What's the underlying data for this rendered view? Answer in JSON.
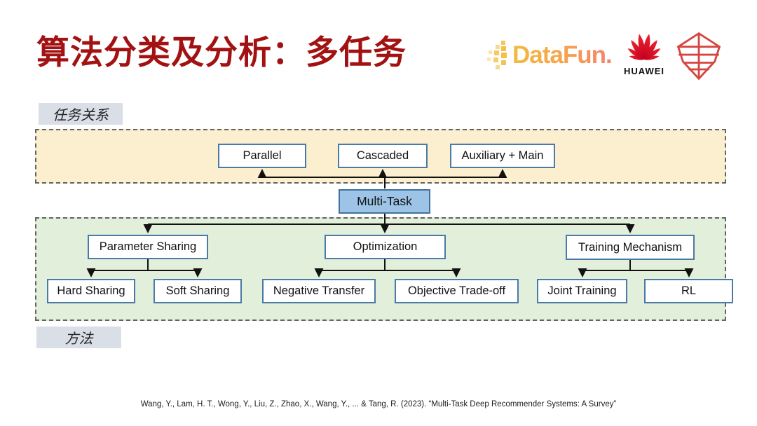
{
  "slide": {
    "title": "算法分类及分析：多任务",
    "citation": "Wang, Y., Lam, H. T., Wong, Y., Liu, Z., Zhao, X., Wang, Y., ... & Tang, R. (2023). “Multi-Task Deep Recommender Systems: A Survey”"
  },
  "logos": {
    "datafun_text": "DataFun.",
    "huawei_text": "HUAWEI",
    "ark_logo_name": "noahs-ark-lab-logo"
  },
  "labels": {
    "task_relation": "任务关系",
    "method": "方法"
  },
  "diagram": {
    "root": "Multi-Task",
    "task_relations": [
      "Parallel",
      "Cascaded",
      "Auxiliary + Main"
    ],
    "methods": [
      {
        "name": "Parameter Sharing",
        "children": [
          "Hard Sharing",
          "Soft Sharing"
        ]
      },
      {
        "name": "Optimization",
        "children": [
          "Negative Transfer",
          "Objective Trade-off"
        ]
      },
      {
        "name": "Training Mechanism",
        "children": [
          "Joint Training",
          "RL"
        ]
      }
    ]
  },
  "colors": {
    "title_red": "#A31212",
    "task_group_bg": "#FBEFD0",
    "method_group_bg": "#E2EFDA",
    "root_node_bg": "#9DC3E6",
    "node_border": "#4A7AA8",
    "label_bg": "#D9DEE7",
    "dashed_border": "#636363",
    "datafun_gradient_start": "#F2BB3F",
    "datafun_gradient_end": "#F4826E",
    "huawei_red": "#E2001A",
    "ark_red": "#D64541"
  }
}
